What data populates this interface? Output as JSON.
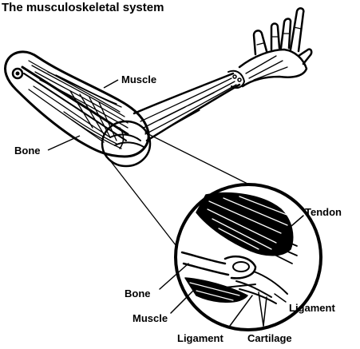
{
  "title": "The musculoskeletal system",
  "labels": {
    "muscle_top": "Muscle",
    "bone_top": "Bone",
    "tendon": "Tendon",
    "bone_inset": "Bone",
    "muscle_inset": "Muscle",
    "ligament_right": "Ligament",
    "ligament_bottom": "Ligament",
    "cartilage": "Cartilage"
  },
  "colors": {
    "ink": "#000000",
    "background": "#ffffff"
  }
}
